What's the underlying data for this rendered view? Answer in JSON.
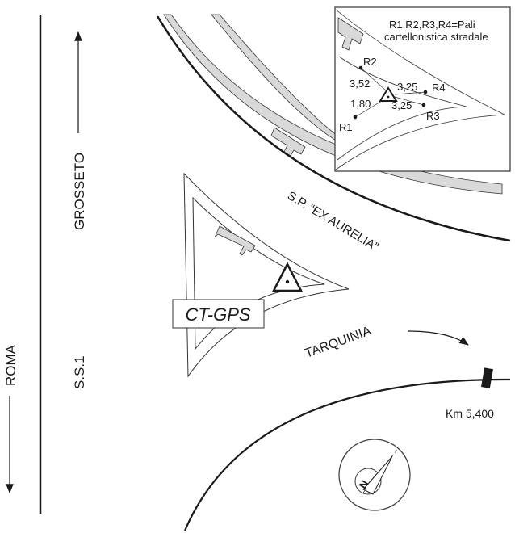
{
  "labels": {
    "grosseto": "GROSSETO",
    "roma": "ROMA",
    "ss1": "S.S.1",
    "sp_aurelia": "S.P. “EX AURELIA”",
    "tarquinia": "TARQUINIA",
    "station": "CT-GPS",
    "km_marker": "Km 5,400",
    "compass_letter": "N"
  },
  "inset": {
    "legend_line1": "R1,R2,R3,R4=Pali",
    "legend_line2": "cartellonistica stradale",
    "points": [
      "R1",
      "R2",
      "R3",
      "R4"
    ],
    "distances": {
      "r1": "1,80",
      "r2": "3,52",
      "r3": "3,25",
      "r4": "3,25"
    }
  },
  "colors": {
    "line": "#1a1a1a",
    "band": "#d9d9d9"
  }
}
